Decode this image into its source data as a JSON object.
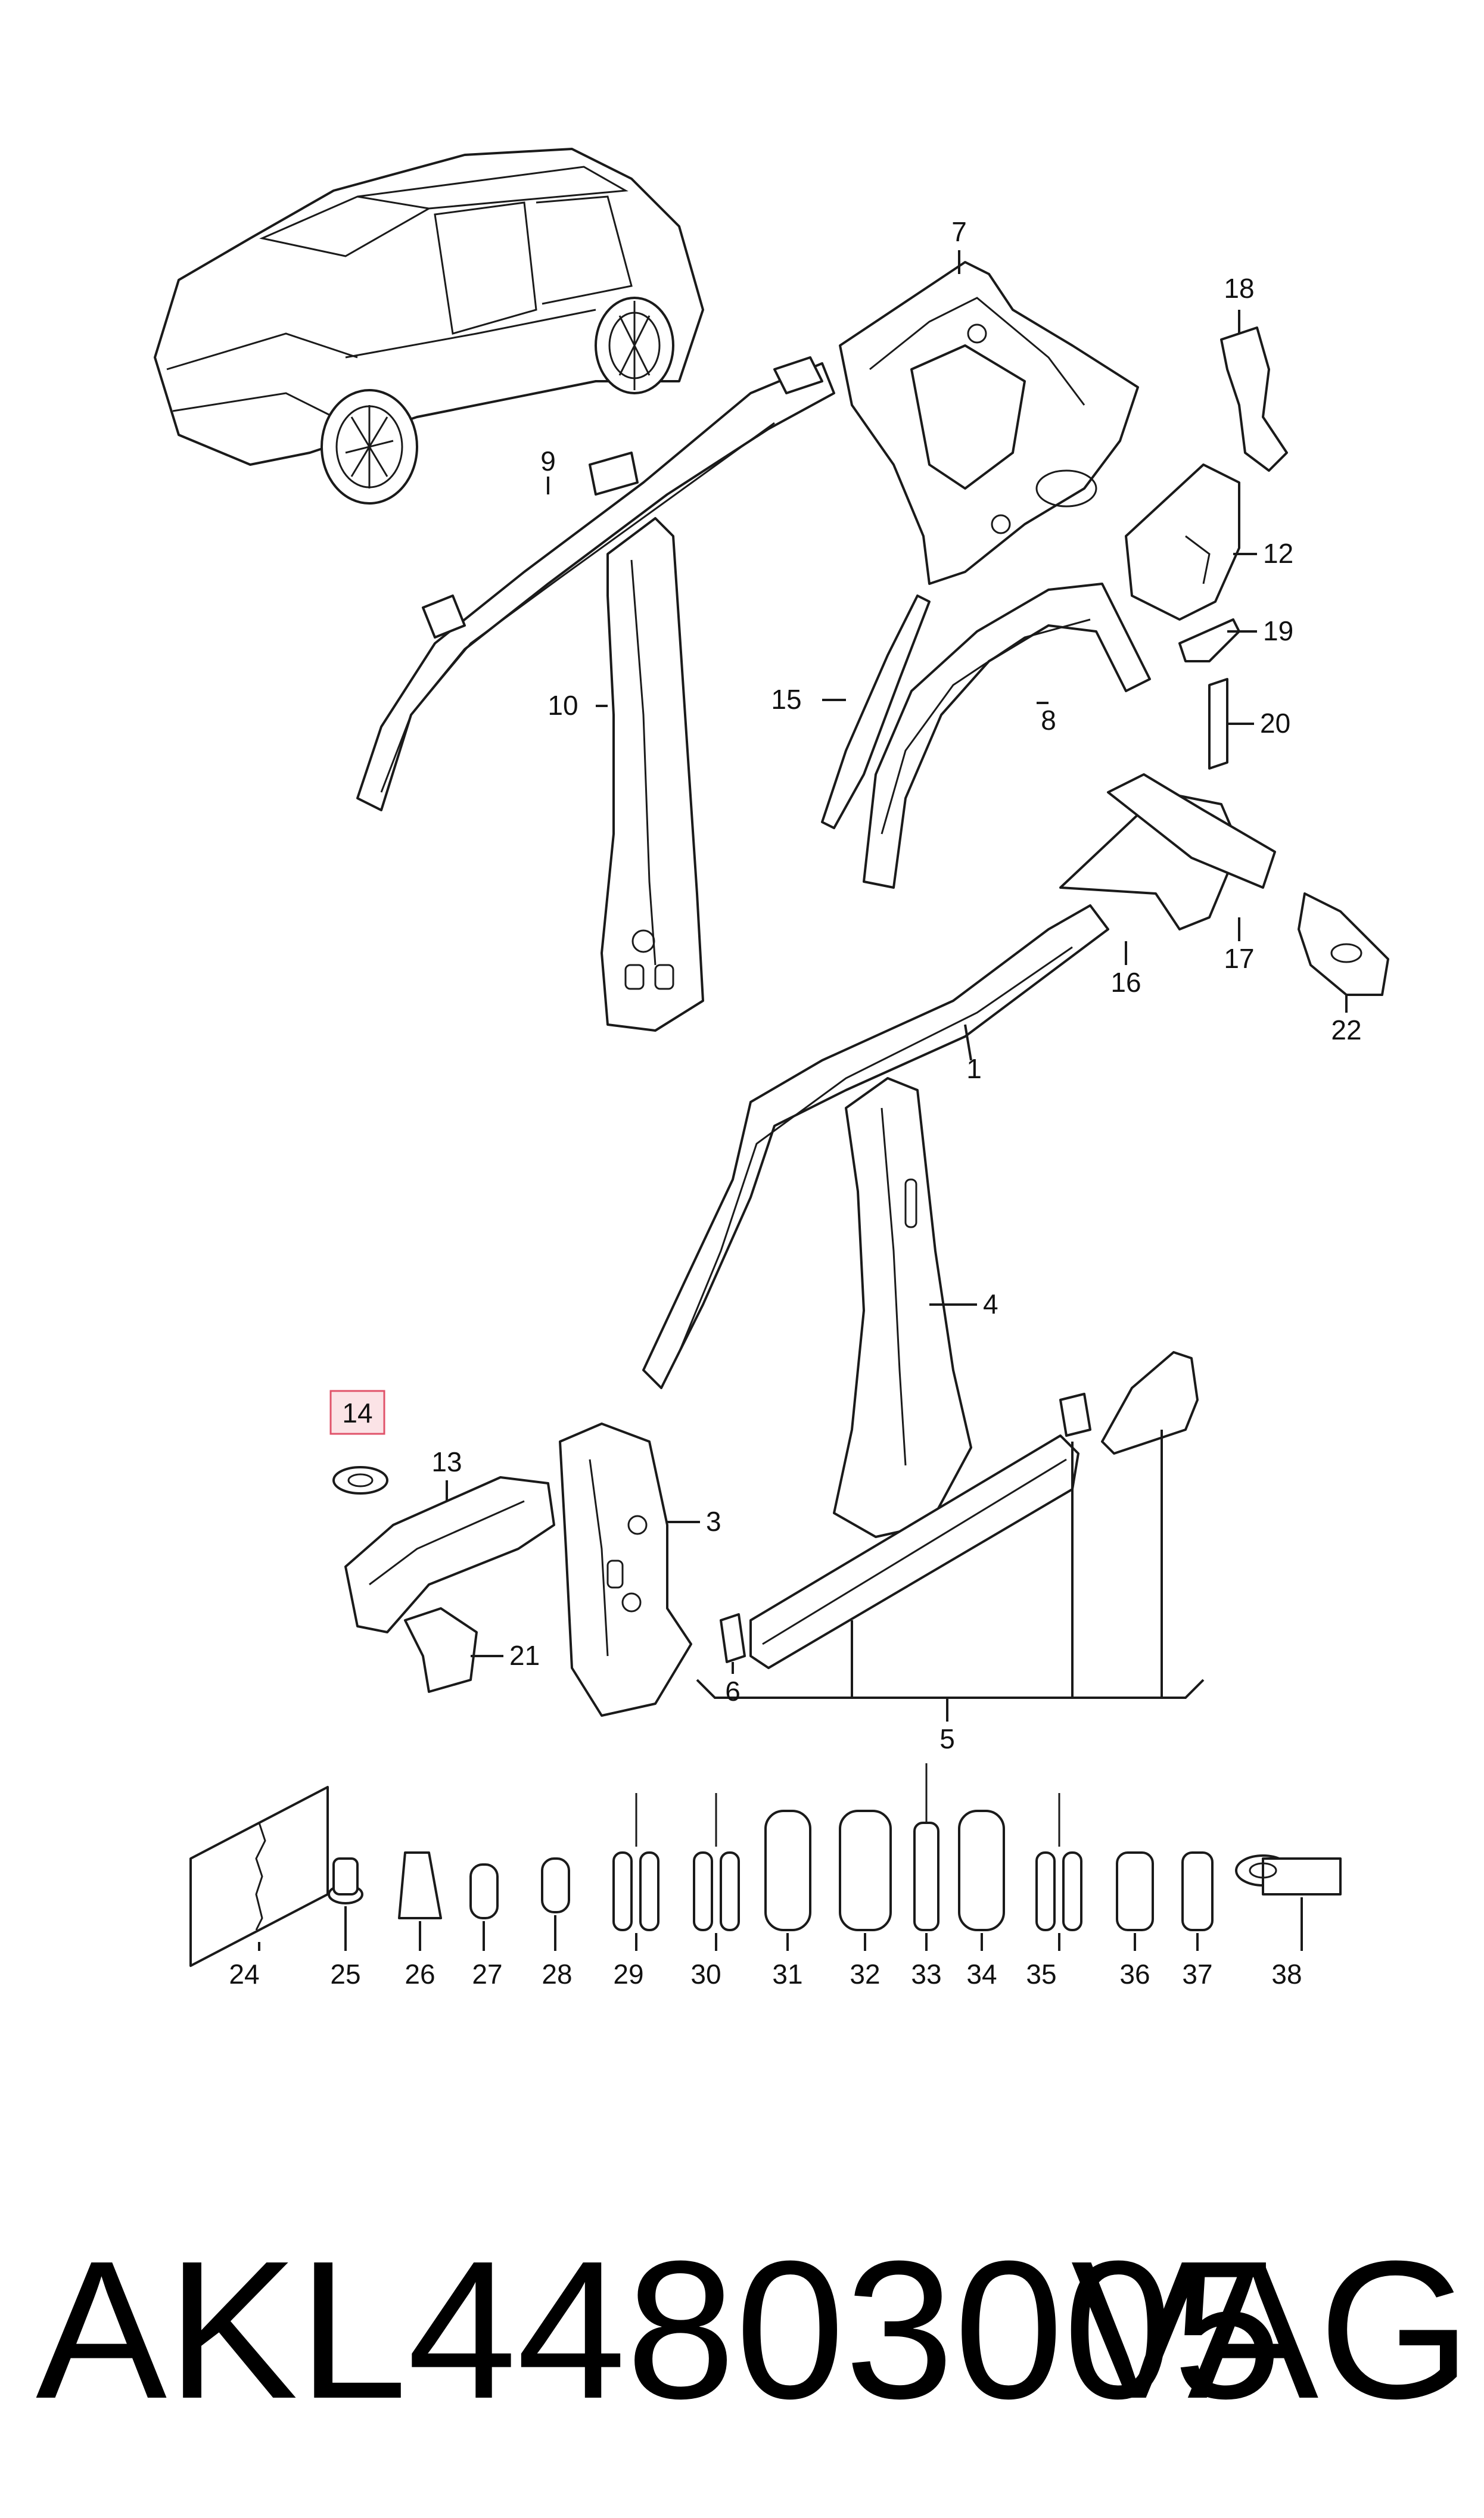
{
  "diagram": {
    "callouts": [
      "1",
      "3",
      "4",
      "5",
      "6",
      "7",
      "8",
      "9",
      "10",
      "12",
      "13",
      "14",
      "15",
      "16",
      "17",
      "18",
      "19",
      "20",
      "21",
      "22"
    ],
    "accessory_callouts": [
      "24",
      "25",
      "26",
      "27",
      "28",
      "29",
      "30",
      "31",
      "32",
      "33",
      "34",
      "35",
      "36",
      "37",
      "38"
    ],
    "highlighted_callout": "14",
    "highlight_color": "#e0536a"
  },
  "footer": {
    "part_number": "AKL44803005",
    "brand": "VAG"
  }
}
